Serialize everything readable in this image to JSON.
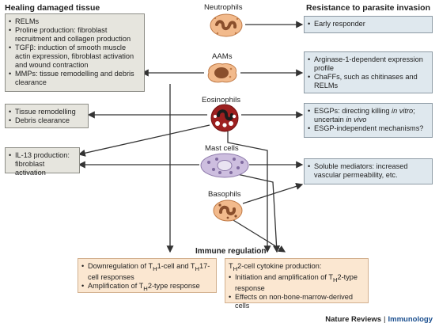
{
  "headers": {
    "left": "Healing damaged tissue",
    "right": "Resistance to parasite invasion",
    "immune_regulation": "Immune regulation"
  },
  "cells": {
    "neutrophils": "Neutrophils",
    "aams": "AAMs",
    "eosinophils": "Eosinophils",
    "mast_cells": "Mast cells",
    "basophils": "Basophils"
  },
  "left_boxes": {
    "box1": [
      "RELMs",
      "Proline production: fibroblast recruitment and collagen production",
      "TGFβ: induction of smooth muscle actin expression, fibroblast activation and wound contraction",
      "MMPs: tissue remodelling and debris clearance"
    ],
    "box2": [
      "Tissue remodelling",
      "Debris clearance"
    ],
    "box3": [
      "IL-13 production: fibroblast activation"
    ]
  },
  "right_boxes": {
    "box1": [
      "Early responder"
    ],
    "box2": [
      "Arginase-1-dependent expression profile",
      "ChaFFs, such as chitinases and RELMs"
    ],
    "box3_item1_a": "ESGPs: directing killing ",
    "box3_item1_b": "in vitro",
    "box3_item1_c": "; uncertain ",
    "box3_item1_d": "in vivo",
    "box3_item2": "ESGP-independent mechanisms?",
    "box4": [
      "Soluble mediators: increased vascular permeability, etc."
    ]
  },
  "bottom_left": {
    "item1_a": "Downregulation of T",
    "item1_sub1": "H",
    "item1_b": "1-cell and T",
    "item1_sub2": "H",
    "item1_c": "17-cell responses",
    "item2_a": "Amplification of T",
    "item2_sub": "H",
    "item2_b": "2-type response"
  },
  "bottom_right": {
    "lead_a": "T",
    "lead_sub": "H",
    "lead_b": "2-cell cytokine production:",
    "item1_a": "Initiation and amplification of T",
    "item1_sub": "H",
    "item1_b": "2-type response",
    "item2": "Effects on non-bone-marrow-derived cells"
  },
  "footer": {
    "journal": "Nature Reviews",
    "separator": "|",
    "section": "Immunology"
  },
  "colors": {
    "gray_box": "#e6e5de",
    "blue_box": "#dfe8ee",
    "peach_box": "#fbe7d1",
    "cell_orange": "#f2ba8c",
    "nucleus_brown": "#8a4f2c",
    "eosinophil_red": "#9d1f1f",
    "mast_purple": "#cdbedf",
    "arrow": "#333333"
  }
}
